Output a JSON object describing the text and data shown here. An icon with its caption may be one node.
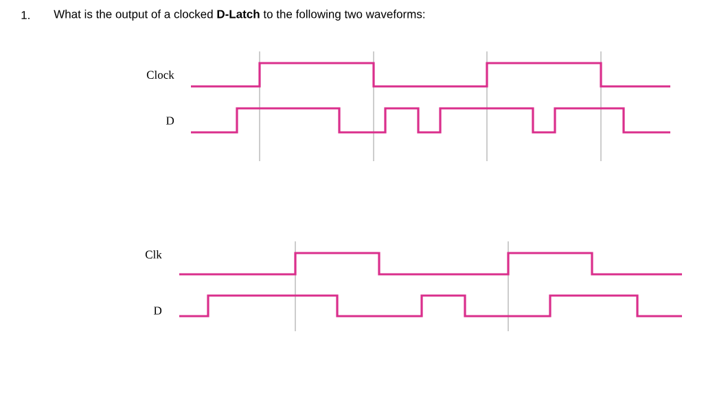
{
  "diagram": {
    "title": "What is the output of a clocked **D-Latch** to the following two waveforms:",
    "labels": [
      "1.",
      "Clock",
      "D",
      "Clk",
      "D"
    ]
  }
}
